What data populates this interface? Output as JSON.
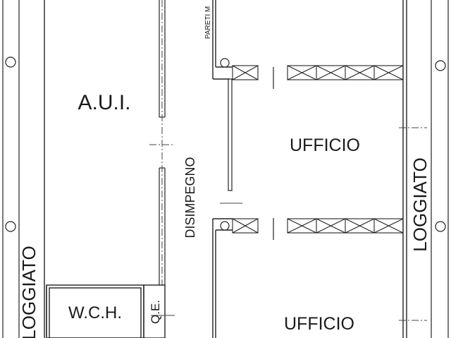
{
  "rooms": {
    "aui": "A.U.I.",
    "ufficio_top": "UFFICIO",
    "ufficio_bottom": "UFFICIO",
    "wch": "W.C.H.",
    "qe": "Q.E.",
    "disimpegno": "DISIMPEGNO",
    "loggiato_left": "LOGGIATO",
    "loggiato_right": "LOGGIATO"
  },
  "notes": {
    "pareti": "PARETI M"
  }
}
